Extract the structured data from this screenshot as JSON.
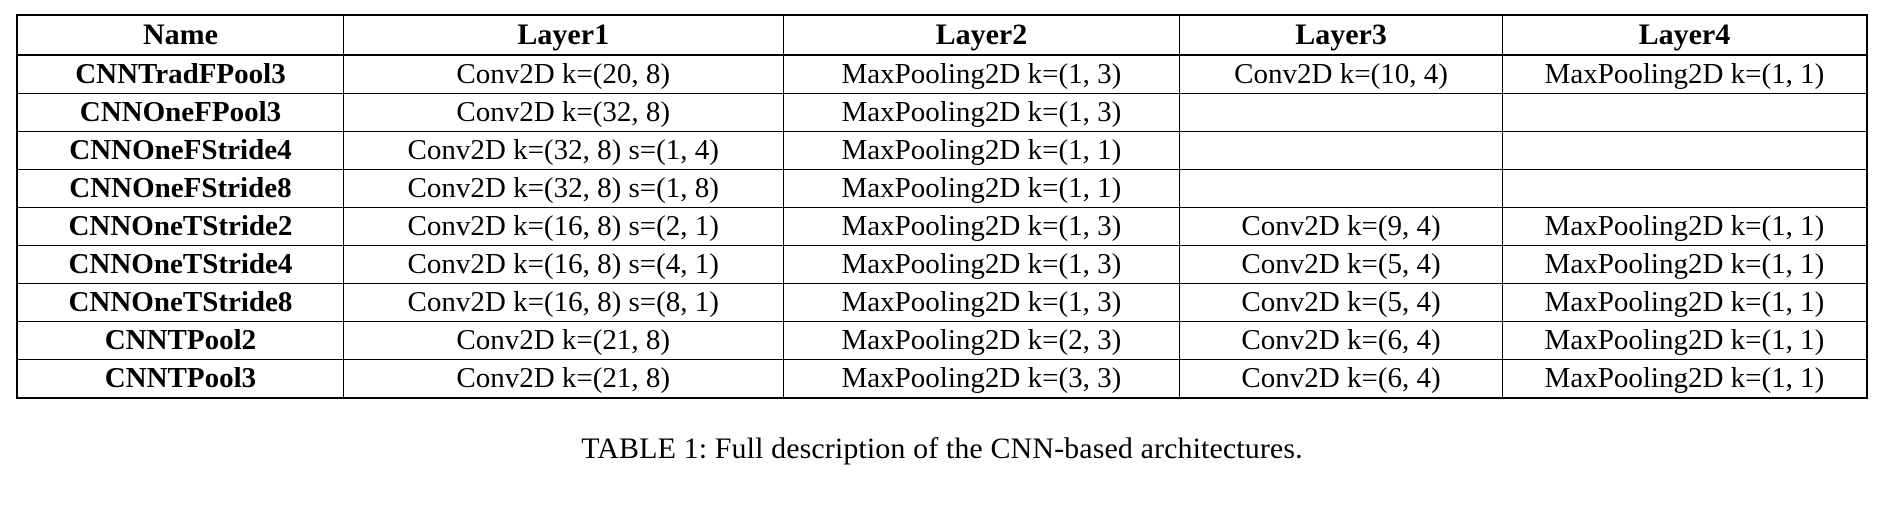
{
  "table": {
    "columns": [
      "Name",
      "Layer1",
      "Layer2",
      "Layer3",
      "Layer4"
    ],
    "rows": [
      {
        "name": "CNNTradFPool3",
        "layer1": "Conv2D k=(20, 8)",
        "layer2": "MaxPooling2D k=(1, 3)",
        "layer3": "Conv2D k=(10, 4)",
        "layer4": "MaxPooling2D k=(1, 1)"
      },
      {
        "name": "CNNOneFPool3",
        "layer1": "Conv2D k=(32, 8)",
        "layer2": "MaxPooling2D k=(1, 3)",
        "layer3": "",
        "layer4": ""
      },
      {
        "name": "CNNOneFStride4",
        "layer1": "Conv2D k=(32, 8) s=(1, 4)",
        "layer2": "MaxPooling2D k=(1, 1)",
        "layer3": "",
        "layer4": ""
      },
      {
        "name": "CNNOneFStride8",
        "layer1": "Conv2D k=(32, 8) s=(1, 8)",
        "layer2": "MaxPooling2D k=(1, 1)",
        "layer3": "",
        "layer4": ""
      },
      {
        "name": "CNNOneTStride2",
        "layer1": "Conv2D k=(16, 8) s=(2, 1)",
        "layer2": "MaxPooling2D k=(1, 3)",
        "layer3": "Conv2D k=(9, 4)",
        "layer4": "MaxPooling2D k=(1, 1)"
      },
      {
        "name": "CNNOneTStride4",
        "layer1": "Conv2D k=(16, 8) s=(4, 1)",
        "layer2": "MaxPooling2D k=(1, 3)",
        "layer3": "Conv2D k=(5, 4)",
        "layer4": "MaxPooling2D k=(1, 1)"
      },
      {
        "name": "CNNOneTStride8",
        "layer1": "Conv2D k=(16, 8) s=(8, 1)",
        "layer2": "MaxPooling2D k=(1, 3)",
        "layer3": "Conv2D k=(5, 4)",
        "layer4": "MaxPooling2D k=(1, 1)"
      },
      {
        "name": "CNNTPool2",
        "layer1": "Conv2D k=(21, 8)",
        "layer2": "MaxPooling2D k=(2, 3)",
        "layer3": "Conv2D k=(6, 4)",
        "layer4": "MaxPooling2D k=(1, 1)"
      },
      {
        "name": "CNNTPool3",
        "layer1": "Conv2D k=(21, 8)",
        "layer2": "MaxPooling2D k=(3, 3)",
        "layer3": "Conv2D k=(6, 4)",
        "layer4": "MaxPooling2D k=(1, 1)"
      }
    ]
  },
  "caption": "TABLE 1: Full description of the CNN-based architectures."
}
